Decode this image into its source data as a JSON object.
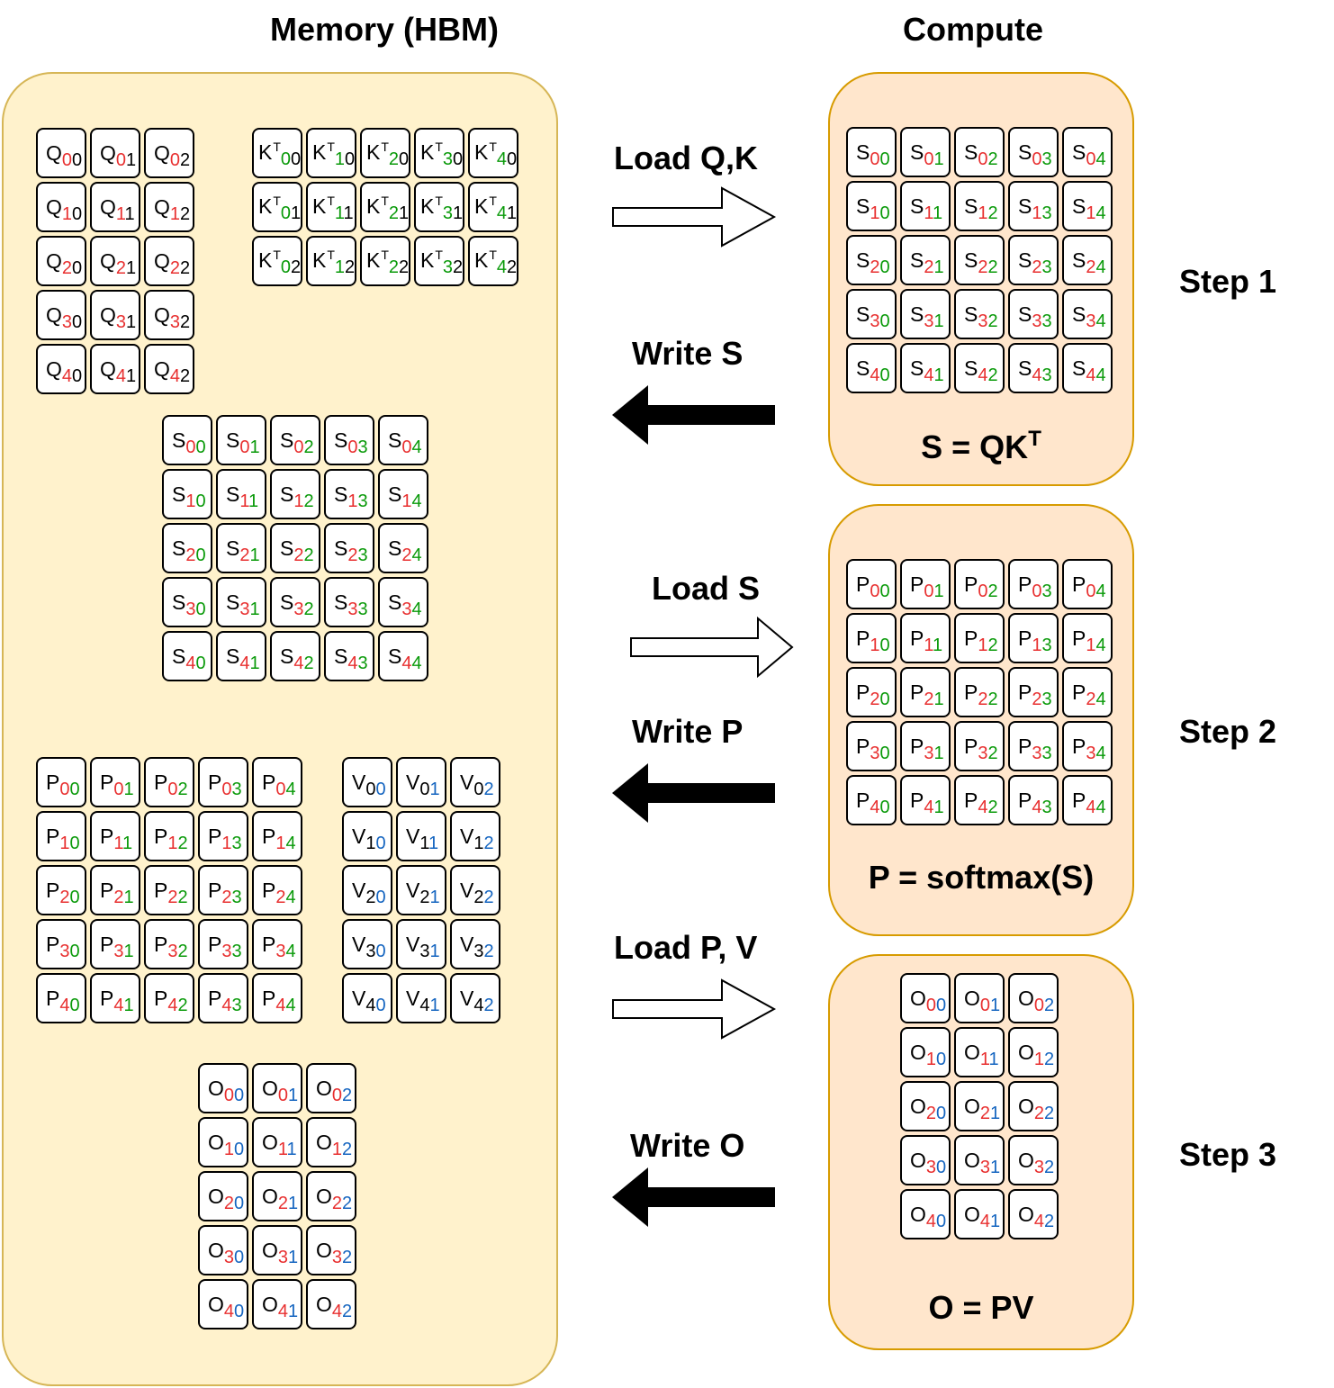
{
  "headings": {
    "memory": "Memory (HBM)",
    "compute": "Compute"
  },
  "arrows": {
    "load_qk": "Load Q,K",
    "write_s": "Write S",
    "load_s": "Load S",
    "write_p": "Write P",
    "load_pv": "Load P, V",
    "write_o": "Write O"
  },
  "steps": [
    "Step 1",
    "Step 2",
    "Step 3"
  ],
  "formulas": {
    "s": {
      "text": "S = QK",
      "sup": "T"
    },
    "p": {
      "text": "P = softmax(S)"
    },
    "o": {
      "text": "O = PV"
    }
  },
  "colors": {
    "memory_fill": "#fff2cc",
    "memory_border": "#d6b656",
    "compute_fill": "#ffe6cc",
    "compute_border": "#d79b00",
    "red": "#e83030",
    "green": "#0a9a0a",
    "blue": "#1565c0"
  },
  "matrices": {
    "Q": {
      "letter": "Q",
      "rows": 5,
      "cols": 3,
      "c1": "red",
      "c2": "black"
    },
    "KT": {
      "letter": "K",
      "sup": "T",
      "rows": 3,
      "cols": 5,
      "transpose": true,
      "c1": "green",
      "c2": "black"
    },
    "S": {
      "letter": "S",
      "rows": 5,
      "cols": 5,
      "c1": "red",
      "c2": "green"
    },
    "P": {
      "letter": "P",
      "rows": 5,
      "cols": 5,
      "c1": "red",
      "c2": "green"
    },
    "V": {
      "letter": "V",
      "rows": 5,
      "cols": 3,
      "c1": "black",
      "c2": "blue"
    },
    "O": {
      "letter": "O",
      "rows": 5,
      "cols": 3,
      "c1": "red",
      "c2": "blue"
    }
  }
}
